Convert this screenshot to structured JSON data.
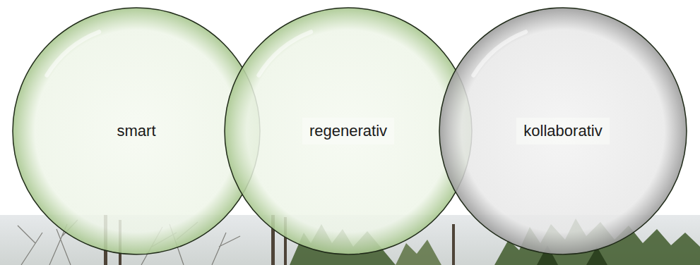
{
  "diagram": {
    "nodes": [
      {
        "text": [
          "smart"
        ]
      },
      {
        "text": [
          "regenerativ"
        ]
      },
      {
        "text": [
          "kollaborativ"
        ]
      }
    ]
  }
}
